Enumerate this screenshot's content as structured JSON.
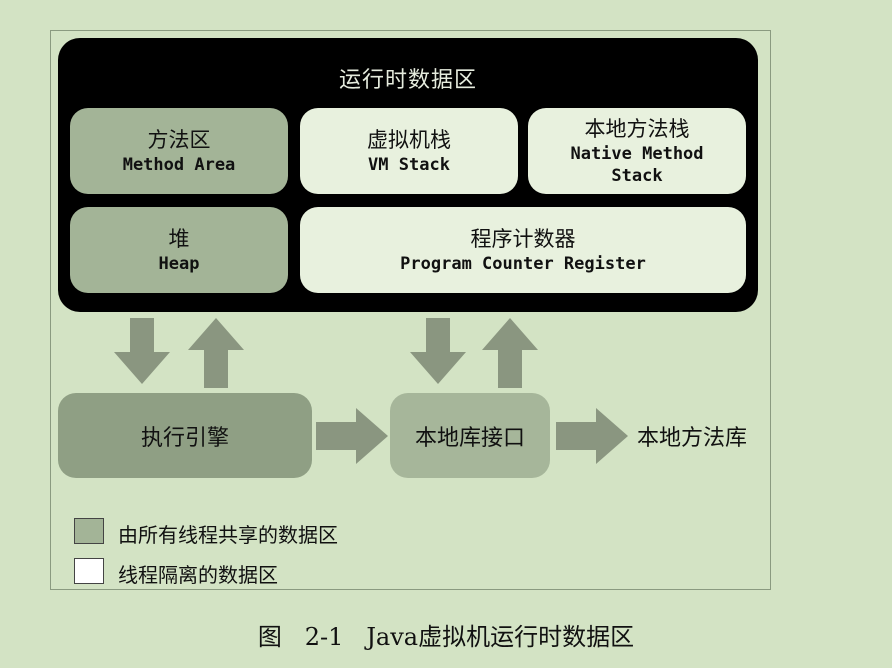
{
  "runtime_area": {
    "title": "运行时数据区"
  },
  "areas": {
    "method_area": {
      "cn": "方法区",
      "en": "Method Area"
    },
    "vm_stack": {
      "cn": "虚拟机栈",
      "en": "VM Stack"
    },
    "native_method_stack": {
      "cn": "本地方法栈",
      "en_line1": "Native Method",
      "en_line2": "Stack"
    },
    "heap": {
      "cn": "堆",
      "en": "Heap"
    },
    "program_counter": {
      "cn": "程序计数器",
      "en": "Program Counter Register"
    }
  },
  "execution_engine": {
    "label": "执行引擎"
  },
  "native_interface": {
    "label": "本地库接口"
  },
  "native_library": {
    "label": "本地方法库"
  },
  "legend": {
    "shared": {
      "label": "由所有线程共享的数据区",
      "color": "#a3b497"
    },
    "private": {
      "label": "线程隔离的数据区",
      "color": "#ffffff"
    }
  },
  "caption": {
    "prefix": "图",
    "number": "2-1",
    "title": "Java虚拟机运行时数据区"
  }
}
